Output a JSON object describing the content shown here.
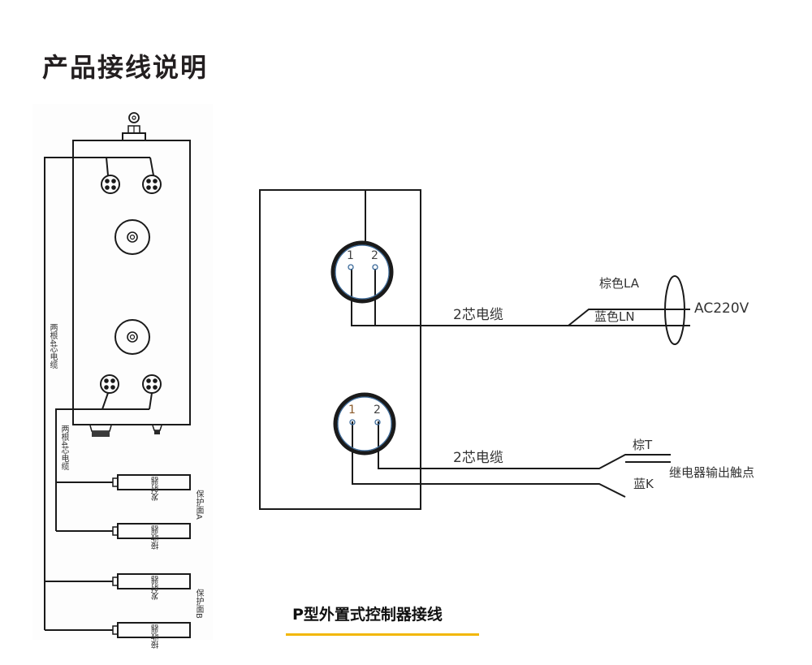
{
  "page_title": "产品接线说明",
  "left_diagram": {
    "cable_label_outer": "两根4芯电缆",
    "cable_label_inner": "两根4芯电缆",
    "group_a": {
      "label": "保护面A",
      "emitter": "发射器",
      "receiver": "接收器"
    },
    "group_b": {
      "label": "保护面B",
      "emitter": "发射器",
      "receiver": "接收器"
    }
  },
  "right_diagram": {
    "power_connector": {
      "pin1": "1",
      "pin2": "2",
      "cable_label": "2芯电缆",
      "wire_brown": "棕色LA",
      "wire_blue": "蓝色LN",
      "supply": "AC220V"
    },
    "relay_connector": {
      "pin1": "1",
      "pin2": "2",
      "cable_label": "2芯电缆",
      "wire_brown": "棕T",
      "wire_blue": "蓝K",
      "output": "继电器输出触点"
    }
  },
  "caption": "P型外置式控制器接线",
  "colors": {
    "line": "#1a1a1a",
    "ring_inner": "#3b6a9a",
    "accent_underline": "#f2b705"
  }
}
